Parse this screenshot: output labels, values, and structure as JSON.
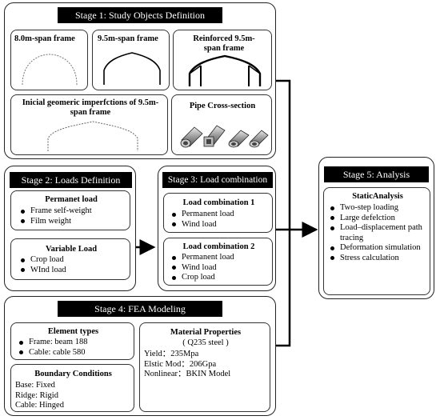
{
  "stage1": {
    "title": "Stage 1: Study Objects Definition",
    "frames": [
      "8.0m-span frame",
      "9.5m-span frame",
      "Reinforced 9.5m-span frame",
      "Inicial geomeric imperfctions of 9.5m-span frame",
      "Pipe Cross-section"
    ]
  },
  "stage2": {
    "title": "Stage 2: Loads Definition",
    "permanent_title": "Permanet load",
    "permanent_items": [
      "Frame self-weight",
      "Film weight"
    ],
    "variable_title": "Variable Load",
    "variable_items": [
      "Crop load",
      "WInd load"
    ]
  },
  "stage3": {
    "title": "Stage 3: Load combination",
    "combo1_title": "Load combination 1",
    "combo1_items": [
      "Permanent load",
      "Wind load"
    ],
    "combo2_title": "Load combination 2",
    "combo2_items": [
      "Permanent load",
      "Wind load",
      "Crop load"
    ]
  },
  "stage4": {
    "title": "Stage 4: FEA Modeling",
    "element_title": "Element types",
    "element_items": [
      "Frame: beam 188",
      "Cable: cable 580"
    ],
    "boundary_title": "Boundary Conditions",
    "boundary_items": [
      "Base: Fixed",
      "Ridge: Rigid",
      "Cable: Hinged"
    ],
    "material_title": "Material Properties",
    "material_subtitle": "( Q235 steel )",
    "material_items": [
      "Yield：235Mpa",
      "Elstic Mod：206Gpa",
      "Nonlinear：BKIN Model"
    ]
  },
  "stage5": {
    "title": "Stage 5: Analysis",
    "static_title": "StaticAnalysis",
    "static_items": [
      "Two-step loading",
      "Large defelction",
      "Load–displacement path tracing",
      "Deformation simulation",
      "Stress calculation"
    ]
  }
}
